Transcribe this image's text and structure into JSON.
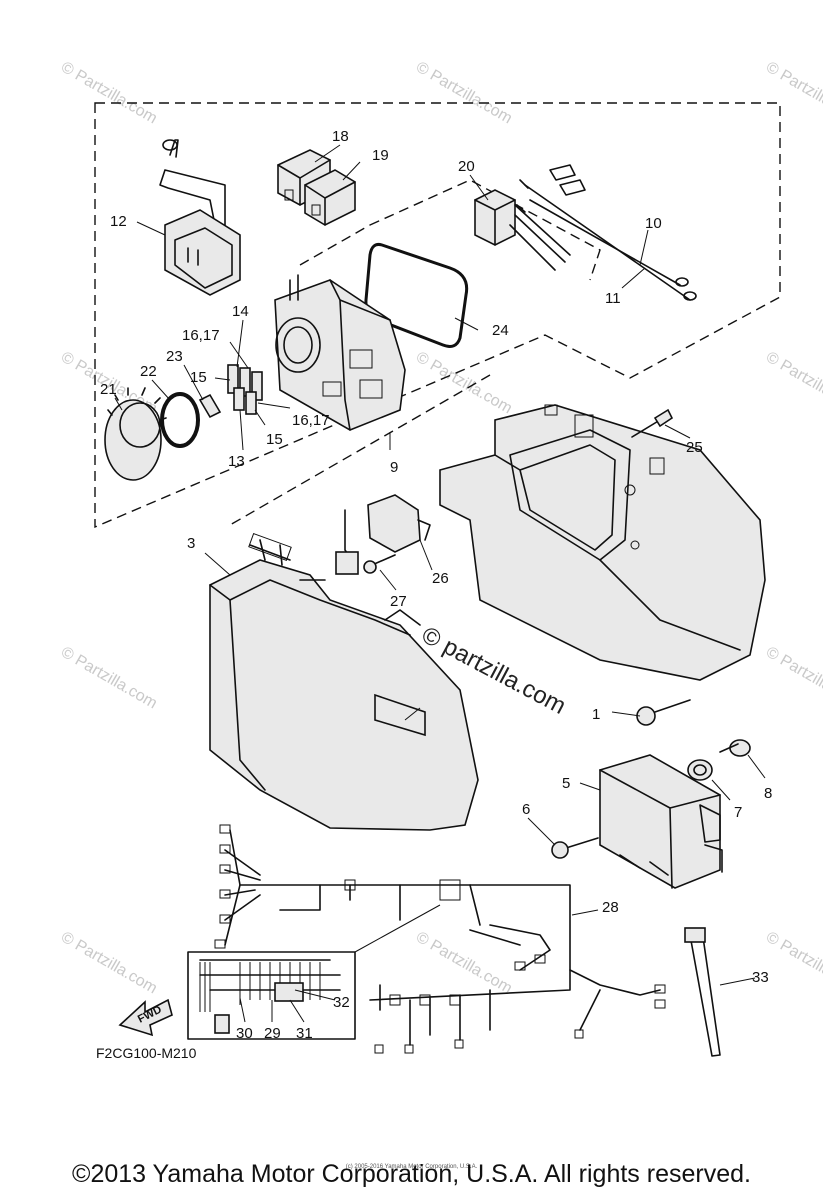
{
  "diagram": {
    "code": "F2CG100-M210",
    "fwd_label": "FWD",
    "copyright": "©2013 Yamaha Motor Corporation, U.S.A. All rights reserved.",
    "small_print": "(c) 2005-2016 Yamaha Motor Corporation, U.S.A.",
    "watermark": "© Partzilla.com",
    "watermark_center": "© partzilla.com"
  },
  "callouts": {
    "c1": "1",
    "c3": "3",
    "c5": "5",
    "c6": "6",
    "c7": "7",
    "c8": "8",
    "c9": "9",
    "c10": "10",
    "c11": "11",
    "c12": "12",
    "c13": "13",
    "c14": "14",
    "c15a": "15",
    "c15b": "15",
    "c1617a": "16,17",
    "c1617b": "16,17",
    "c18": "18",
    "c19": "19",
    "c20": "20",
    "c21": "21",
    "c22": "22",
    "c23": "23",
    "c24": "24",
    "c25": "25",
    "c26": "26",
    "c27": "27",
    "c28": "28",
    "c29": "29",
    "c30": "30",
    "c31": "31",
    "c32": "32",
    "c33": "33"
  }
}
